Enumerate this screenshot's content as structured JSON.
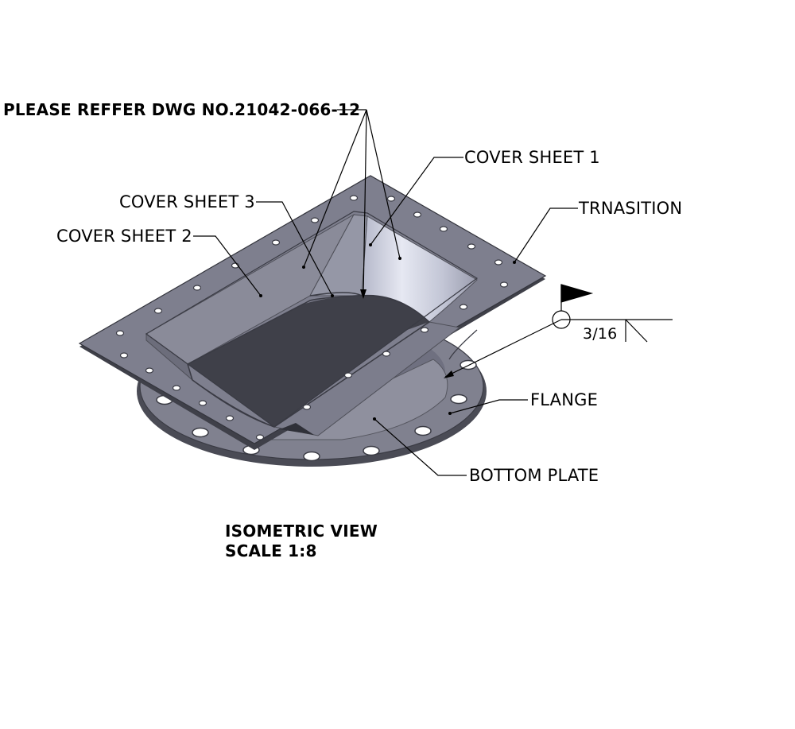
{
  "callouts": {
    "reference_note": "PLEASE REFFER DWG NO.21042-066-12",
    "cover_sheet_1": "COVER SHEET 1",
    "cover_sheet_3": "COVER SHEET 3",
    "cover_sheet_2": "COVER SHEET 2",
    "transition": "TRNASITION",
    "flange": "FLANGE",
    "bottom_plate": "BOTTOM PLATE"
  },
  "weld_symbol": {
    "size": "3/16"
  },
  "view": {
    "title": "ISOMETRIC VIEW",
    "scale": "SCALE 1:8"
  },
  "colors": {
    "plate": "#7e7f8e",
    "plate_edge": "#54555f",
    "inner_wall": "#8c8d9b",
    "shiny_wall": "#cdd0e0",
    "line": "#000000"
  }
}
